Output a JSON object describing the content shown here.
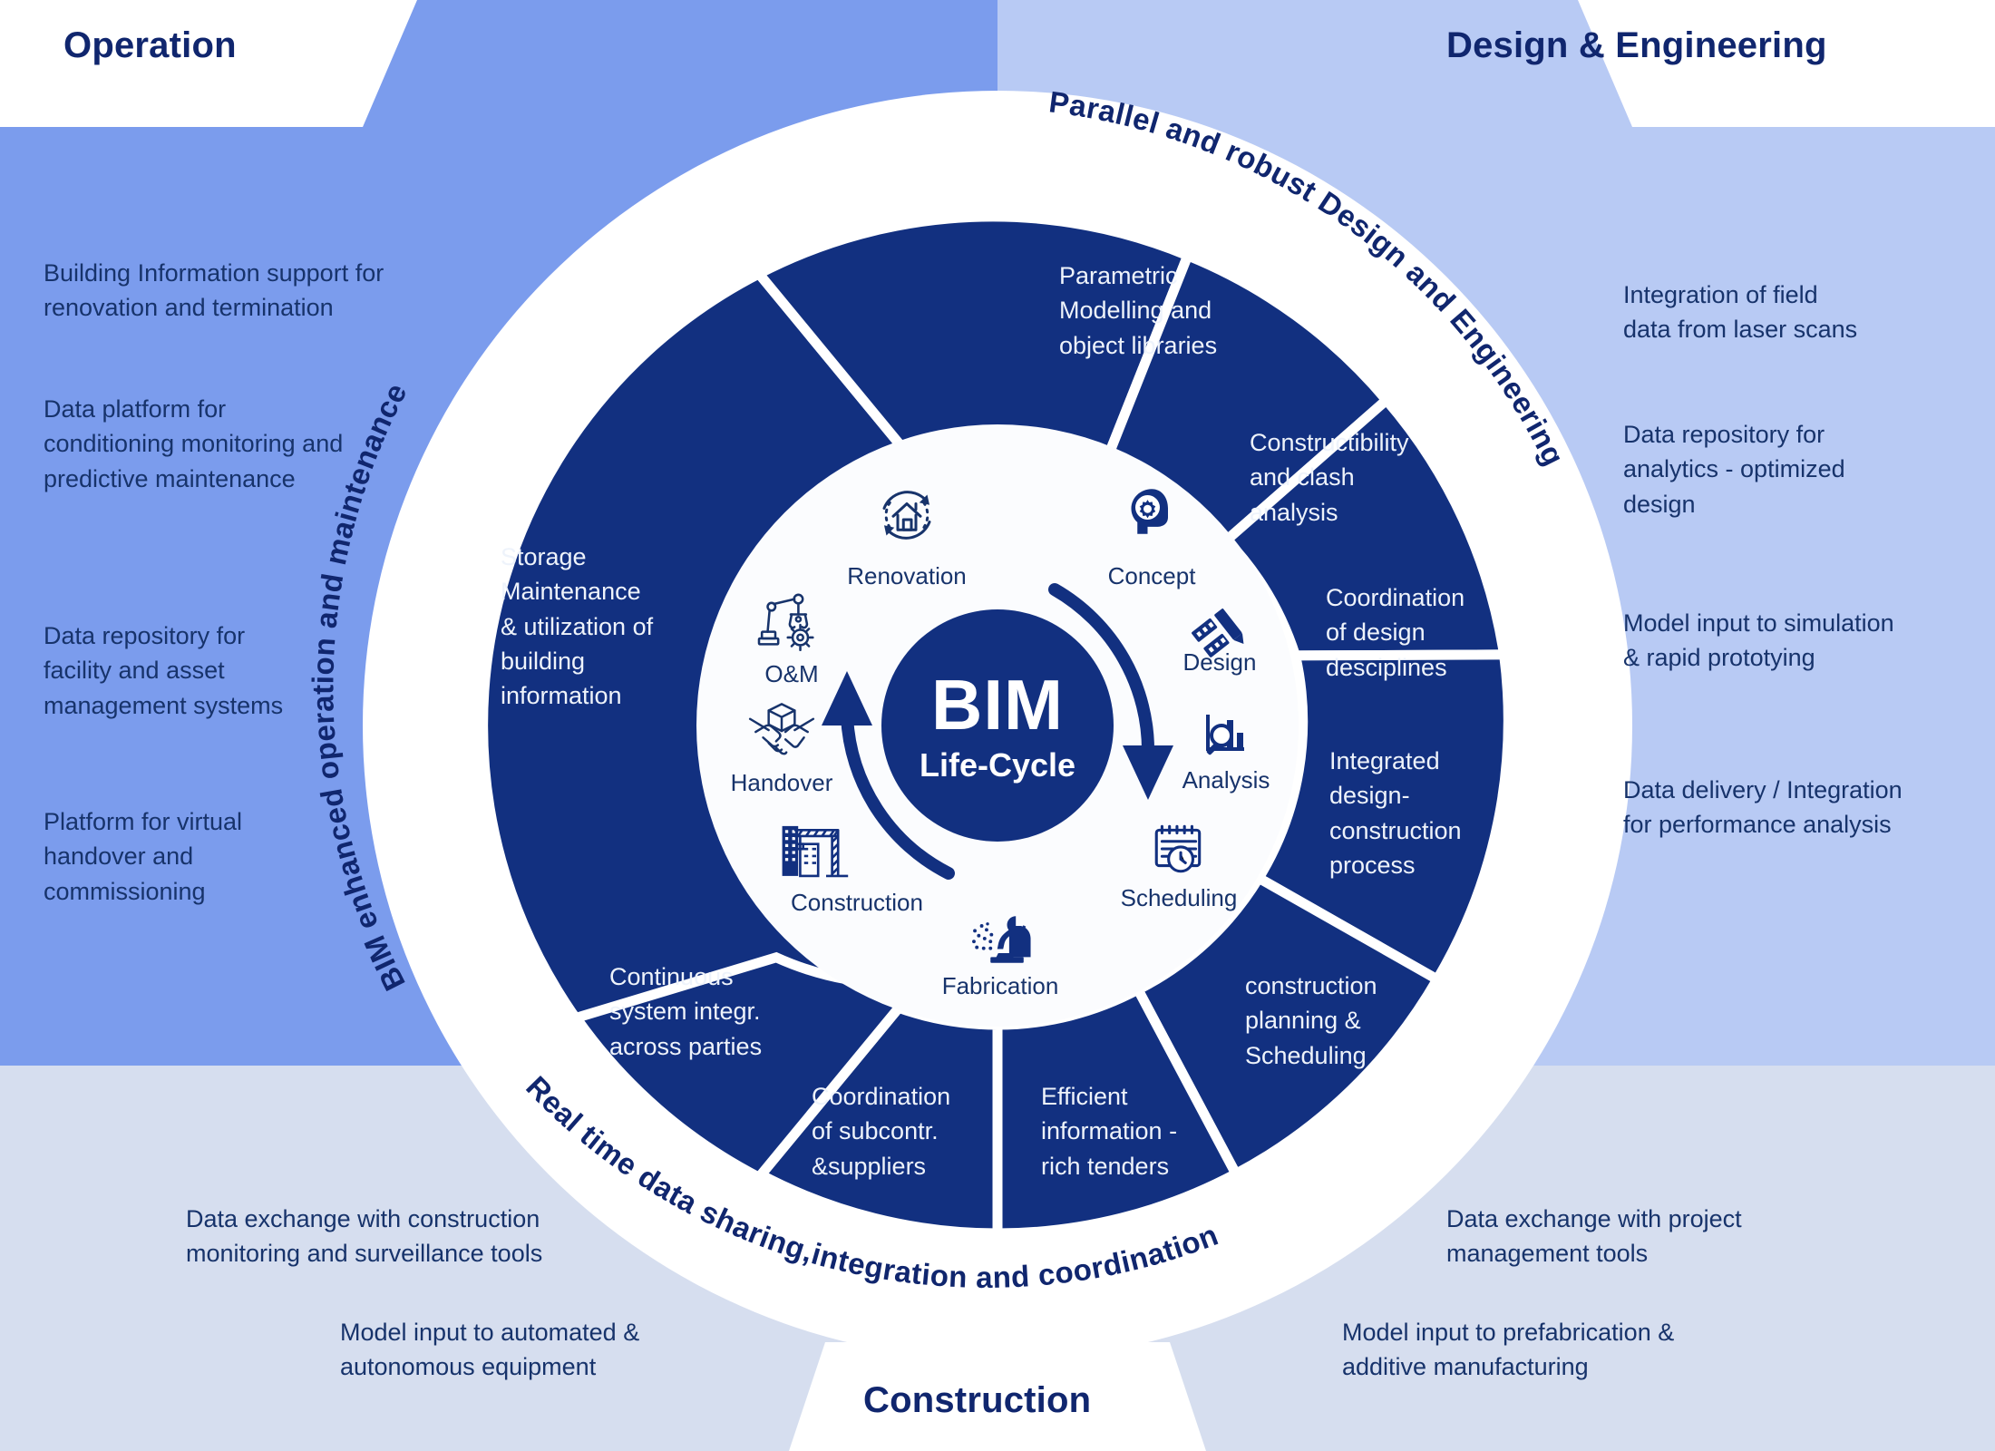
{
  "colors": {
    "deep_navy": "#123080",
    "title_navy": "#10266e",
    "body_navy": "#17336b",
    "bg_operation": "#7b9ced",
    "bg_design": "#b8caf4",
    "bg_construction": "#d6deef",
    "ring_white": "#ffffff",
    "segment_text": "#eef3fb"
  },
  "banners": [
    {
      "id": "operation",
      "label": "Operation"
    },
    {
      "id": "design-engineering",
      "label": "Design & Engineering"
    },
    {
      "id": "construction",
      "label": "Construction"
    }
  ],
  "outer_ring_labels": [
    {
      "id": "operation-arc",
      "text": "BIM enhanced operation and maintenance"
    },
    {
      "id": "design-arc",
      "text": "Parallel and robust Design and Engineering"
    },
    {
      "id": "construction-arc",
      "text": "Real time data sharing,integration and coordination"
    }
  ],
  "hub": {
    "title": "BIM",
    "subtitle": "Life-Cycle"
  },
  "lifecycle_nodes": [
    {
      "id": "renovation",
      "label": "Renovation",
      "icon": "house-refresh-icon"
    },
    {
      "id": "concept",
      "label": "Concept",
      "icon": "head-gear-icon"
    },
    {
      "id": "design",
      "label": "Design",
      "icon": "pencil-ruler-icon"
    },
    {
      "id": "analysis",
      "label": "Analysis",
      "icon": "chart-magnifier-icon"
    },
    {
      "id": "scheduling",
      "label": "Scheduling",
      "icon": "calendar-clock-icon"
    },
    {
      "id": "fabrication",
      "label": "Fabrication",
      "icon": "welder-icon"
    },
    {
      "id": "construction",
      "label": "Construction",
      "icon": "crane-building-icon"
    },
    {
      "id": "handover",
      "label": "Handover",
      "icon": "handshake-package-icon"
    },
    {
      "id": "om",
      "label": "O&M",
      "icon": "robot-arm-icon"
    }
  ],
  "ring_segments": [
    {
      "id": "storage-maintenance",
      "lines": [
        "Storage",
        "Maintenance",
        "& utilization of",
        "building",
        "information"
      ]
    },
    {
      "id": "parametric-modelling",
      "lines": [
        "Parametric",
        "Modelling and",
        "object libraries"
      ]
    },
    {
      "id": "constructibility-clash",
      "lines": [
        "Constructibility",
        "and clash",
        "analysis"
      ]
    },
    {
      "id": "coordination-design",
      "lines": [
        "Coordination",
        "of design",
        "desciplines"
      ]
    },
    {
      "id": "integrated-design-construction",
      "lines": [
        "Integrated",
        "design-",
        "construction",
        "process"
      ]
    },
    {
      "id": "construction-planning",
      "lines": [
        "construction",
        "planning &",
        "Scheduling"
      ]
    },
    {
      "id": "efficient-information",
      "lines": [
        "Efficient",
        "information -",
        "rich tenders"
      ]
    },
    {
      "id": "coordination-subcontractors",
      "lines": [
        "Coordination",
        "of subcontr.",
        "&suppliers"
      ]
    },
    {
      "id": "continuous-system-integration",
      "lines": [
        "Continuous",
        "system integr.",
        "across parties"
      ]
    }
  ],
  "annotations": {
    "operation": [
      {
        "id": "op-1",
        "lines": [
          "Building Information support for",
          "renovation and termination"
        ]
      },
      {
        "id": "op-2",
        "lines": [
          "Data platform for",
          "conditioning monitoring and",
          "predictive maintenance"
        ]
      },
      {
        "id": "op-3",
        "lines": [
          "Data repository for",
          "facility and asset",
          "management systems"
        ]
      },
      {
        "id": "op-4",
        "lines": [
          "Platform for virtual",
          "handover and",
          "commissioning"
        ]
      }
    ],
    "design": [
      {
        "id": "de-1",
        "lines": [
          "Integration of field",
          "data from laser scans"
        ]
      },
      {
        "id": "de-2",
        "lines": [
          "Data repository for",
          "analytics - optimized",
          "design"
        ]
      },
      {
        "id": "de-3",
        "lines": [
          "Model input to simulation",
          "& rapid prototying"
        ]
      },
      {
        "id": "de-4",
        "lines": [
          "Data delivery / Integration",
          "for performance analysis"
        ]
      }
    ],
    "construction": [
      {
        "id": "co-1",
        "lines": [
          "Data exchange with construction",
          "monitoring and surveillance tools"
        ]
      },
      {
        "id": "co-2",
        "lines": [
          "Model input to automated &",
          "autonomous equipment"
        ]
      },
      {
        "id": "co-3",
        "lines": [
          "Data exchange with project",
          "management tools"
        ]
      },
      {
        "id": "co-4",
        "lines": [
          "Model input to  prefabrication &",
          "additive manufacturing"
        ]
      }
    ]
  }
}
